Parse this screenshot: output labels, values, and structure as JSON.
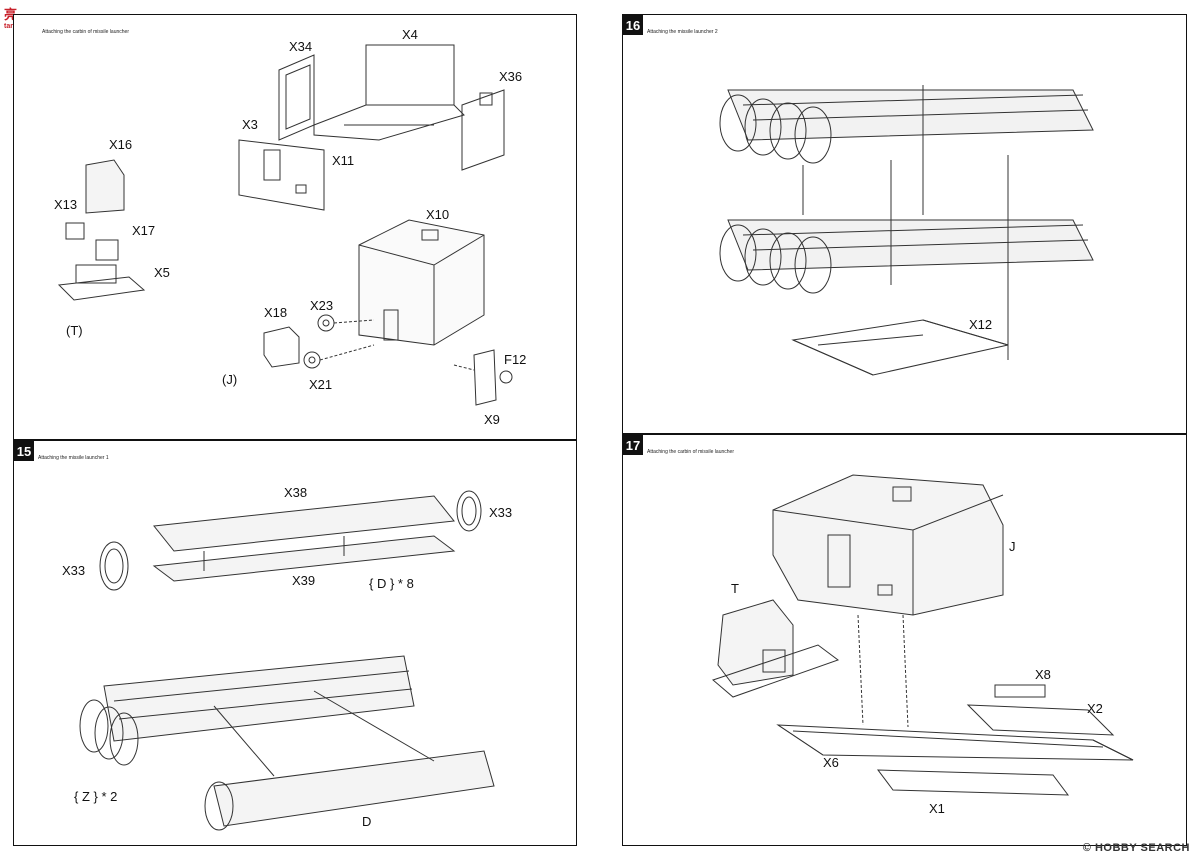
{
  "logo": {
    "main": "亮",
    "sub": "tank-shop.com"
  },
  "watermark": "© HOBBY SEARCH",
  "panels": {
    "p14": {
      "title": "Attaching the carbin of missile launcher",
      "labels": {
        "x34": "X34",
        "x4": "X4",
        "x36": "X36",
        "x3": "X3",
        "x11": "X11",
        "x16": "X16",
        "x13": "X13",
        "x17": "X17",
        "x5": "X5",
        "t": "(T)",
        "x10": "X10",
        "x18": "X18",
        "x23": "X23",
        "j": "(J)",
        "x21": "X21",
        "f12": "F12",
        "x9": "X9"
      }
    },
    "p15": {
      "step": "15",
      "title": "Attaching the missile launcher 1",
      "labels": {
        "x38": "X38",
        "x33a": "X33",
        "x33b": "X33",
        "x39": "X39",
        "d8": "{ D } * 8",
        "z2": "{ Z } * 2",
        "d": "D"
      }
    },
    "p16": {
      "step": "16",
      "title": "Attaching the missile launcher 2",
      "labels": {
        "x12": "X12"
      }
    },
    "p17": {
      "step": "17",
      "title": "Attaching the carbin of missile launcher",
      "labels": {
        "j": "J",
        "t": "T",
        "x8": "X8",
        "x2": "X2",
        "x6": "X6",
        "x1": "X1"
      }
    }
  }
}
